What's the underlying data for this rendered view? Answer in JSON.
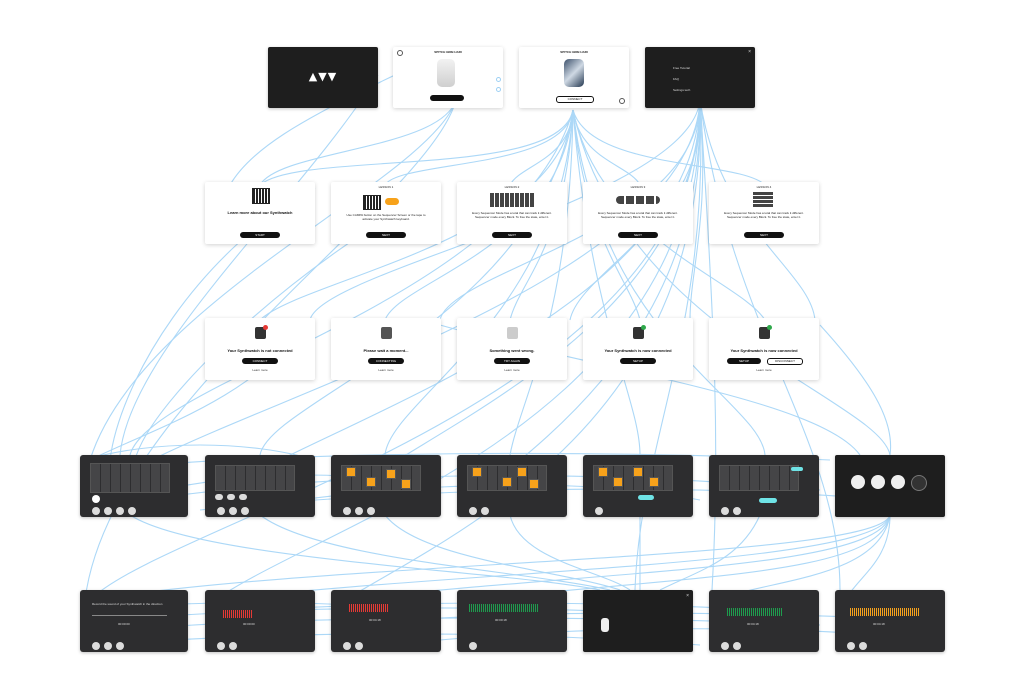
{
  "connectors": {
    "color": "#a8d6f7"
  },
  "row1": {
    "logo": {
      "glyph": "▲▼▼"
    },
    "device_title": "SPITCH GIRB HARI",
    "device_title_2": "SPITCH GIRB HARI",
    "device_btn": "CONNECT",
    "menu_items": [
      "Free Tutorial",
      "FAQ",
      "Settings tech"
    ]
  },
  "row2": {
    "cards": [
      {
        "text": "Learn more about our Synthwatch",
        "button": "START"
      },
      {
        "header": "LESSON 1",
        "text": "Use CAMPA button on the Sequencer Screen or the tape to activate your Synthwatch keyboard.",
        "button": "NEXT"
      },
      {
        "header": "LESSON 2",
        "text": "Every Sequencer Mode has a total that can track it different. Sequencer mode every Block. To free the state, enter it.",
        "button": "NEXT"
      },
      {
        "header": "LESSON 3",
        "text": "Every Sequencer Mode has a total that can track it different. Sequencer mode every Block. To free the state, enter it.",
        "button": "NEXT"
      },
      {
        "header": "LESSON 4",
        "text": "Every Sequencer Mode has a total that can track it different. Sequencer mode every Block. To free the state, enter it.",
        "button": "NEXT"
      }
    ]
  },
  "row3": {
    "cards": [
      {
        "title": "Your Synthwatch is not connected",
        "button": "CONNECT",
        "link": "Learn more"
      },
      {
        "title": "Please wait a moment...",
        "button": "CONNECTING",
        "link": "Learn more"
      },
      {
        "title": "Something went wrong.",
        "button": "TRY AGAIN",
        "link": "Learn more"
      },
      {
        "title": "Your Synthwatch is now connected",
        "button": "SETUP",
        "link": ""
      },
      {
        "title": "Your Synthwatch is now connected",
        "button": "SETUP",
        "button2": "DISCONNECT",
        "link": "Learn more"
      }
    ]
  },
  "row5": {
    "first_header": "Record the sound of your Synthwatch in the direction",
    "times": [
      "00:00:00",
      "00:00:00",
      "00:04:18",
      "00:00:18",
      "",
      "00:04:18",
      "00:04:18"
    ]
  }
}
